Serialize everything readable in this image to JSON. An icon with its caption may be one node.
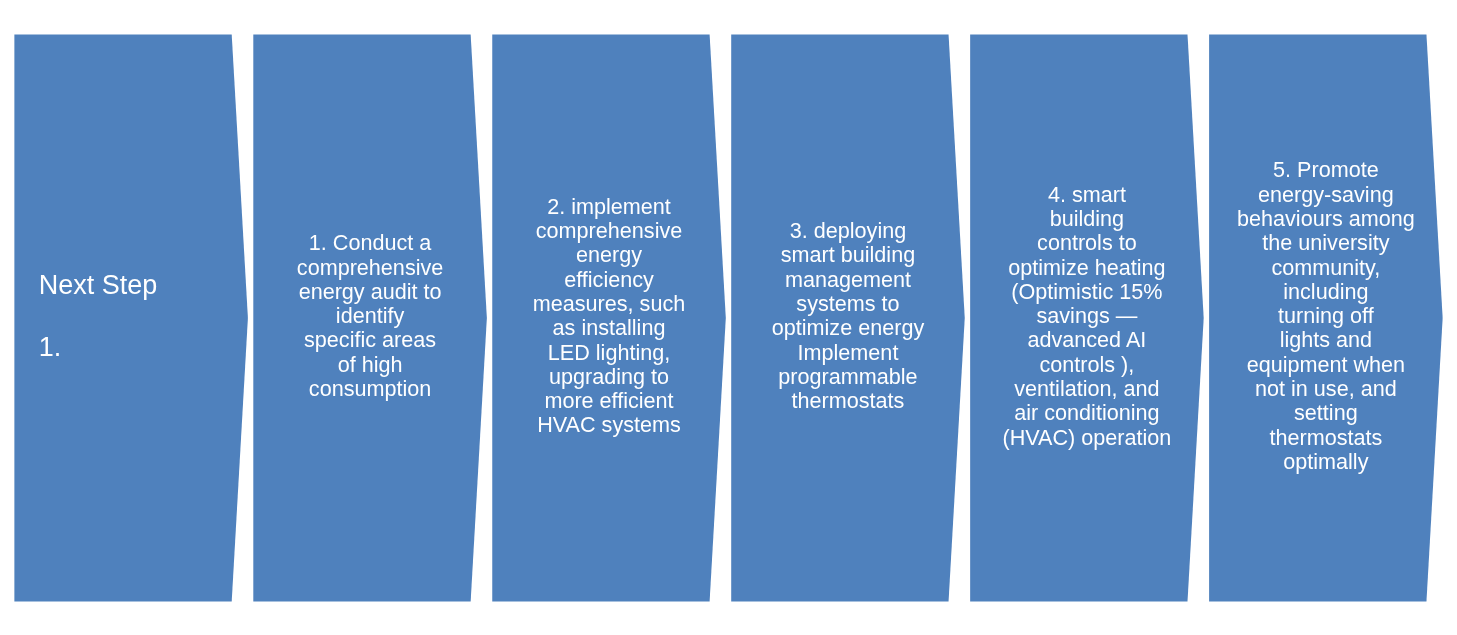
{
  "diagram": {
    "nodes": [
      {
        "text": [
          "Next Step",
          "1."
        ]
      },
      {
        "text": [
          "1. Conduct a comprehensive energy audit to identify specific areas of high consumption"
        ]
      },
      {
        "text": [
          "2. implement comprehensive energy efficiency measures, such as installing LED lighting, upgrading to more efficient HVAC systems"
        ]
      },
      {
        "text": [
          "3. deploying smart building management systems to optimize energy Implement programmable thermostats"
        ]
      },
      {
        "text": [
          "4. smart building controls to optimize heating (Optimistic 15% savings — advanced AI controls ), ventilation, and air conditioning (HVAC) operation"
        ]
      },
      {
        "text": [
          "5. Promote energy-saving behaviours among the university community, including turning off lights and equipment when not in use, and setting thermostats optimally"
        ]
      }
    ]
  }
}
